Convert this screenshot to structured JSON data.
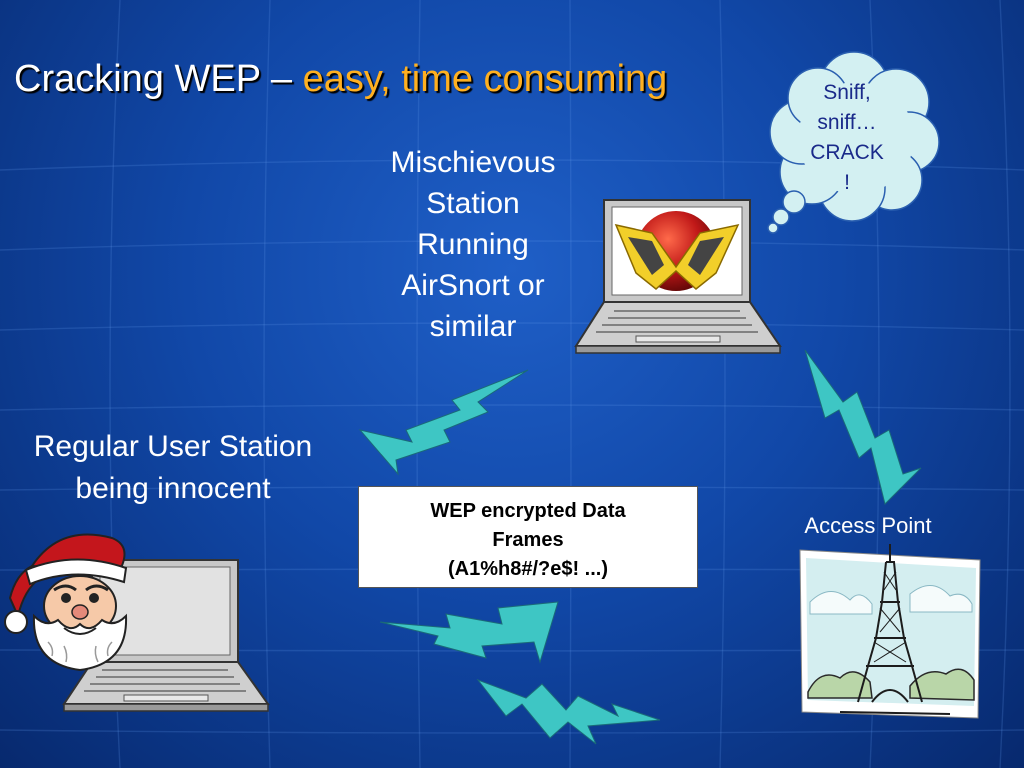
{
  "slide": {
    "title_main": "Cracking WEP – ",
    "title_accent": "easy, time consuming",
    "accent_color": "#ffb020",
    "background_color": "#1148a8"
  },
  "bubble": {
    "lines": [
      "Sniff,",
      "sniff…",
      "CRACK",
      "!"
    ]
  },
  "mischievous_station": {
    "lines": [
      "Mischievous",
      "Station",
      "Running",
      "AirSnort or",
      "similar"
    ]
  },
  "regular_station": {
    "lines": [
      "Regular User Station",
      "being innocent"
    ]
  },
  "access_point": {
    "label": "Access Point"
  },
  "wep_frames": {
    "lines": [
      "WEP encrypted Data",
      "Frames",
      "(A1%h8#/?e$! ...)"
    ]
  },
  "icons": [
    "thought-bubble-icon",
    "laptop-icon",
    "airsnort-logo-icon",
    "santa-icon",
    "lightning-bolt-icon",
    "eiffel-tower-icon"
  ]
}
